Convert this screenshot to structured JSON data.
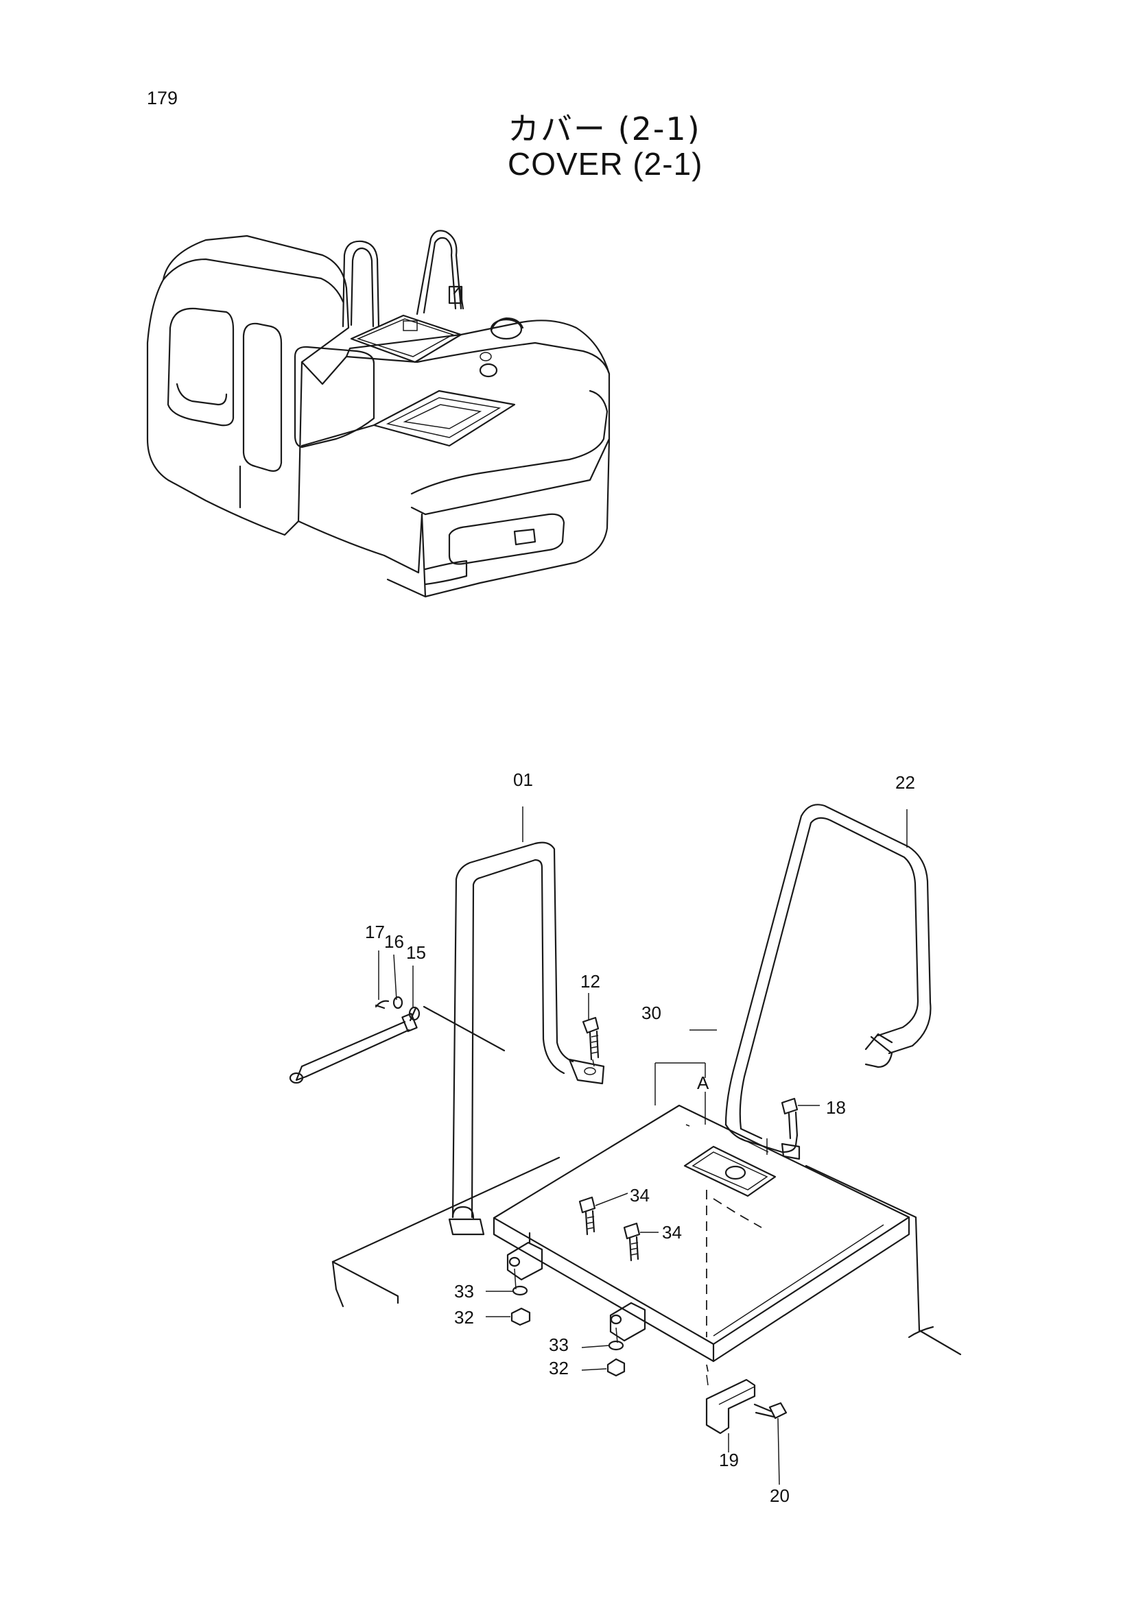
{
  "page_number": "179",
  "title": {
    "japanese": "カバー (2-1)",
    "english": "COVER (2-1)"
  },
  "callouts": {
    "p01": "01",
    "p22": "22",
    "p17": "17",
    "p16": "16",
    "p15": "15",
    "p12": "12",
    "p30": "30",
    "pA": "A",
    "p18": "18",
    "p34a": "34",
    "p34b": "34",
    "p33a": "33",
    "p32a": "32",
    "p33b": "33",
    "p32b": "32",
    "p19": "19",
    "p20": "20"
  }
}
